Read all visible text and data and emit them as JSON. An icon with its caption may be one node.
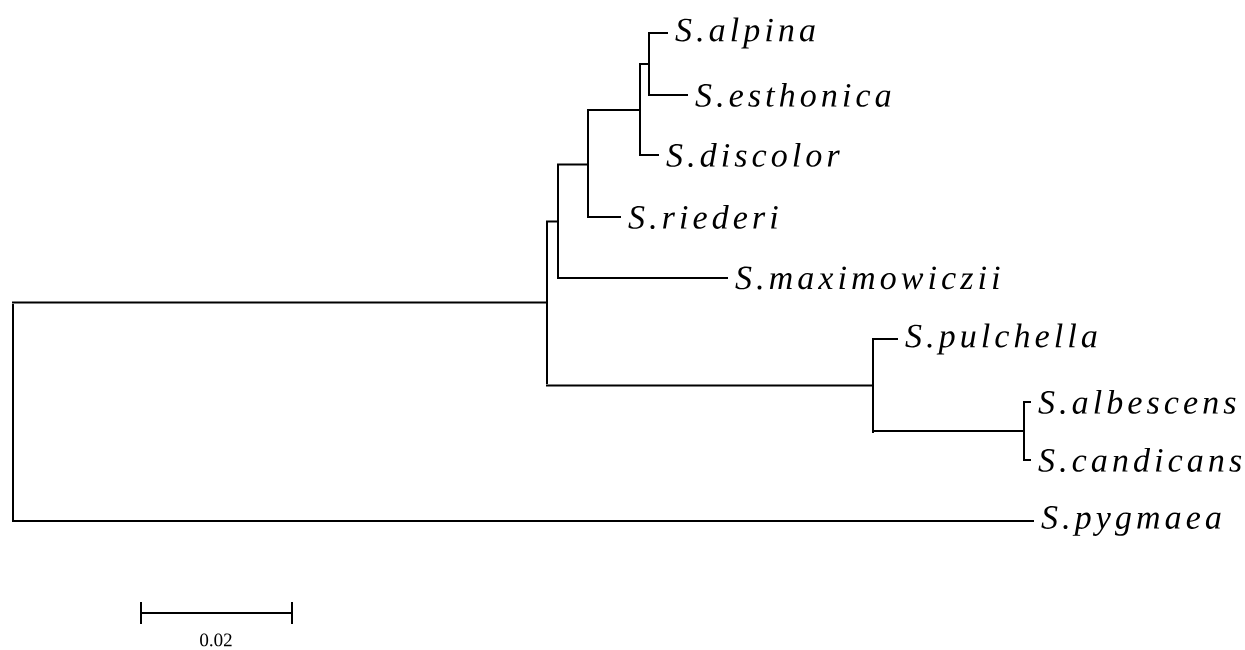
{
  "diagram": {
    "nodes": [
      {
        "text": [
          "S.alpina"
        ]
      },
      {
        "text": [
          "S.esthonica"
        ]
      },
      {
        "text": [
          "S.discolor"
        ]
      },
      {
        "text": [
          "S.riederi"
        ]
      },
      {
        "text": [
          "S.maximowiczii"
        ]
      },
      {
        "text": [
          "S.pulchella"
        ]
      },
      {
        "text": [
          "S.albescens"
        ]
      },
      {
        "text": [
          "S.candicans"
        ]
      },
      {
        "text": [
          "S.pygmaea"
        ]
      },
      {
        "text": [],
        "shape": "bar"
      },
      {
        "text": [],
        "shape": "bar"
      },
      {
        "text": [],
        "shape": "bar"
      },
      {
        "text": [],
        "shape": "bar"
      },
      {
        "text": [],
        "shape": "bar"
      },
      {
        "text": [],
        "shape": "bar"
      },
      {
        "text": [],
        "shape": "bar"
      },
      {
        "text": [],
        "shape": "bar"
      }
    ],
    "edges": [
      {
        "from": 9,
        "to": 10,
        "arrow": "none"
      },
      {
        "from": 9,
        "to": 8,
        "arrow": "none"
      },
      {
        "from": 10,
        "to": 11,
        "arrow": "none"
      },
      {
        "from": 10,
        "to": 15,
        "arrow": "none"
      },
      {
        "from": 11,
        "to": 12,
        "arrow": "none"
      },
      {
        "from": 11,
        "to": 4,
        "arrow": "none"
      },
      {
        "from": 12,
        "to": 13,
        "arrow": "none"
      },
      {
        "from": 12,
        "to": 3,
        "arrow": "none"
      },
      {
        "from": 13,
        "to": 14,
        "arrow": "none"
      },
      {
        "from": 13,
        "to": 2,
        "arrow": "none"
      },
      {
        "from": 14,
        "to": 0,
        "arrow": "none"
      },
      {
        "from": 14,
        "to": 1,
        "arrow": "none"
      },
      {
        "from": 15,
        "to": 5,
        "arrow": "none"
      },
      {
        "from": 15,
        "to": 16,
        "arrow": "none"
      },
      {
        "from": 16,
        "to": 6,
        "arrow": "none"
      },
      {
        "from": 16,
        "to": 7,
        "arrow": "none"
      }
    ],
    "labels": [
      "0.02"
    ]
  }
}
